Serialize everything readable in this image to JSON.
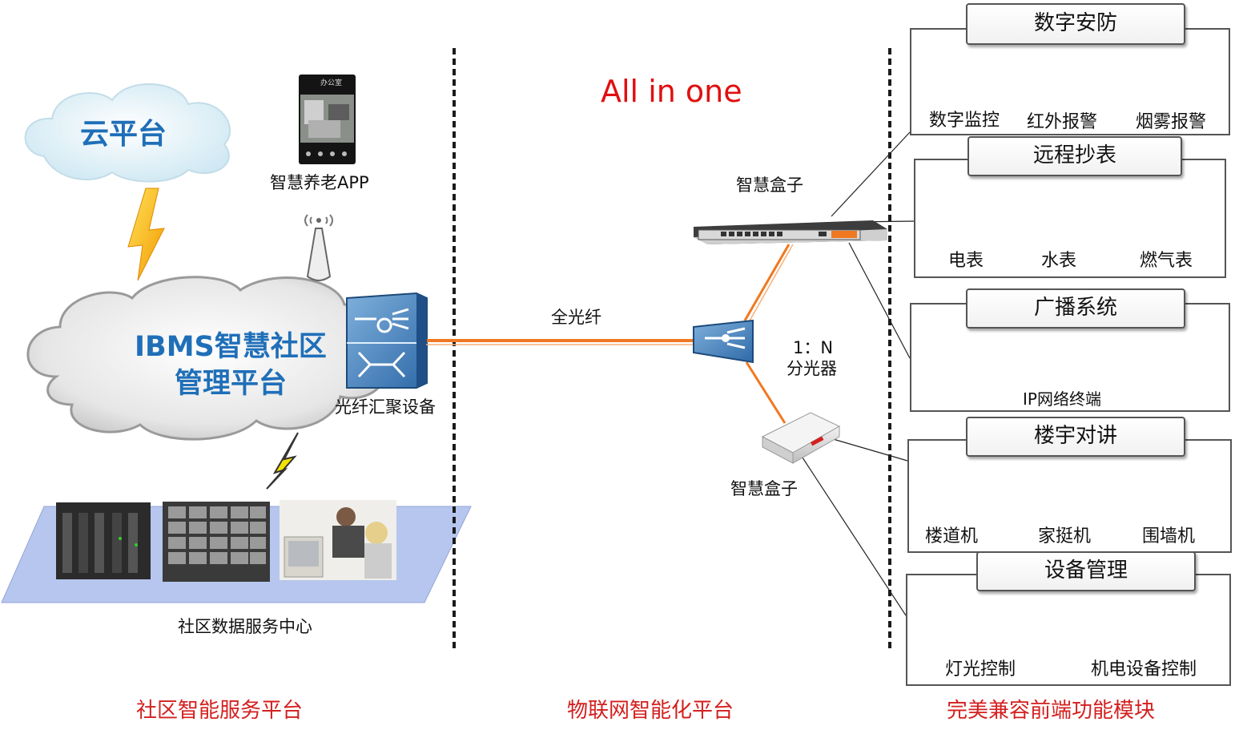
{
  "left": {
    "cloud_title": "云平台",
    "app_label": "智慧养老APP",
    "app_screen_title": "办公室",
    "ibms_line1": "IBMS智慧社区",
    "ibms_line2": "管理平台",
    "aggregation_label": "光纤汇聚设备",
    "datacenter_label": "社区数据服务中心"
  },
  "middle": {
    "headline": "All in one",
    "fiber_label": "全光纤",
    "splitter_ratio": "1：N",
    "splitter_label": "分光器",
    "box_top_label": "智慧盒子",
    "box_bottom_label": "智慧盒子"
  },
  "modules": {
    "security": {
      "title": "数字安防",
      "items": [
        "数字监控",
        "红外报警",
        "烟雾报警"
      ]
    },
    "meter": {
      "title": "远程抄表",
      "items": [
        "电表",
        "水表",
        "燃气表"
      ]
    },
    "broadcast": {
      "title": "广播系统",
      "items": [
        "IP网络终端"
      ]
    },
    "intercom": {
      "title": "楼宇对讲",
      "items": [
        "楼道机",
        "家挺机",
        "围墙机"
      ]
    },
    "equipment": {
      "title": "设备管理",
      "items": [
        "灯光控制",
        "机电设备控制"
      ]
    }
  },
  "footer": {
    "left": "社区智能服务平台",
    "middle": "物联网智能化平台",
    "right": "完美兼容前端功能模块"
  },
  "colors": {
    "accent_red": "#d3201f",
    "fiber_orange": "#f07820",
    "ibms_blue": "#1f6fb8",
    "cloud_light_blue": "#d6ecf5"
  }
}
